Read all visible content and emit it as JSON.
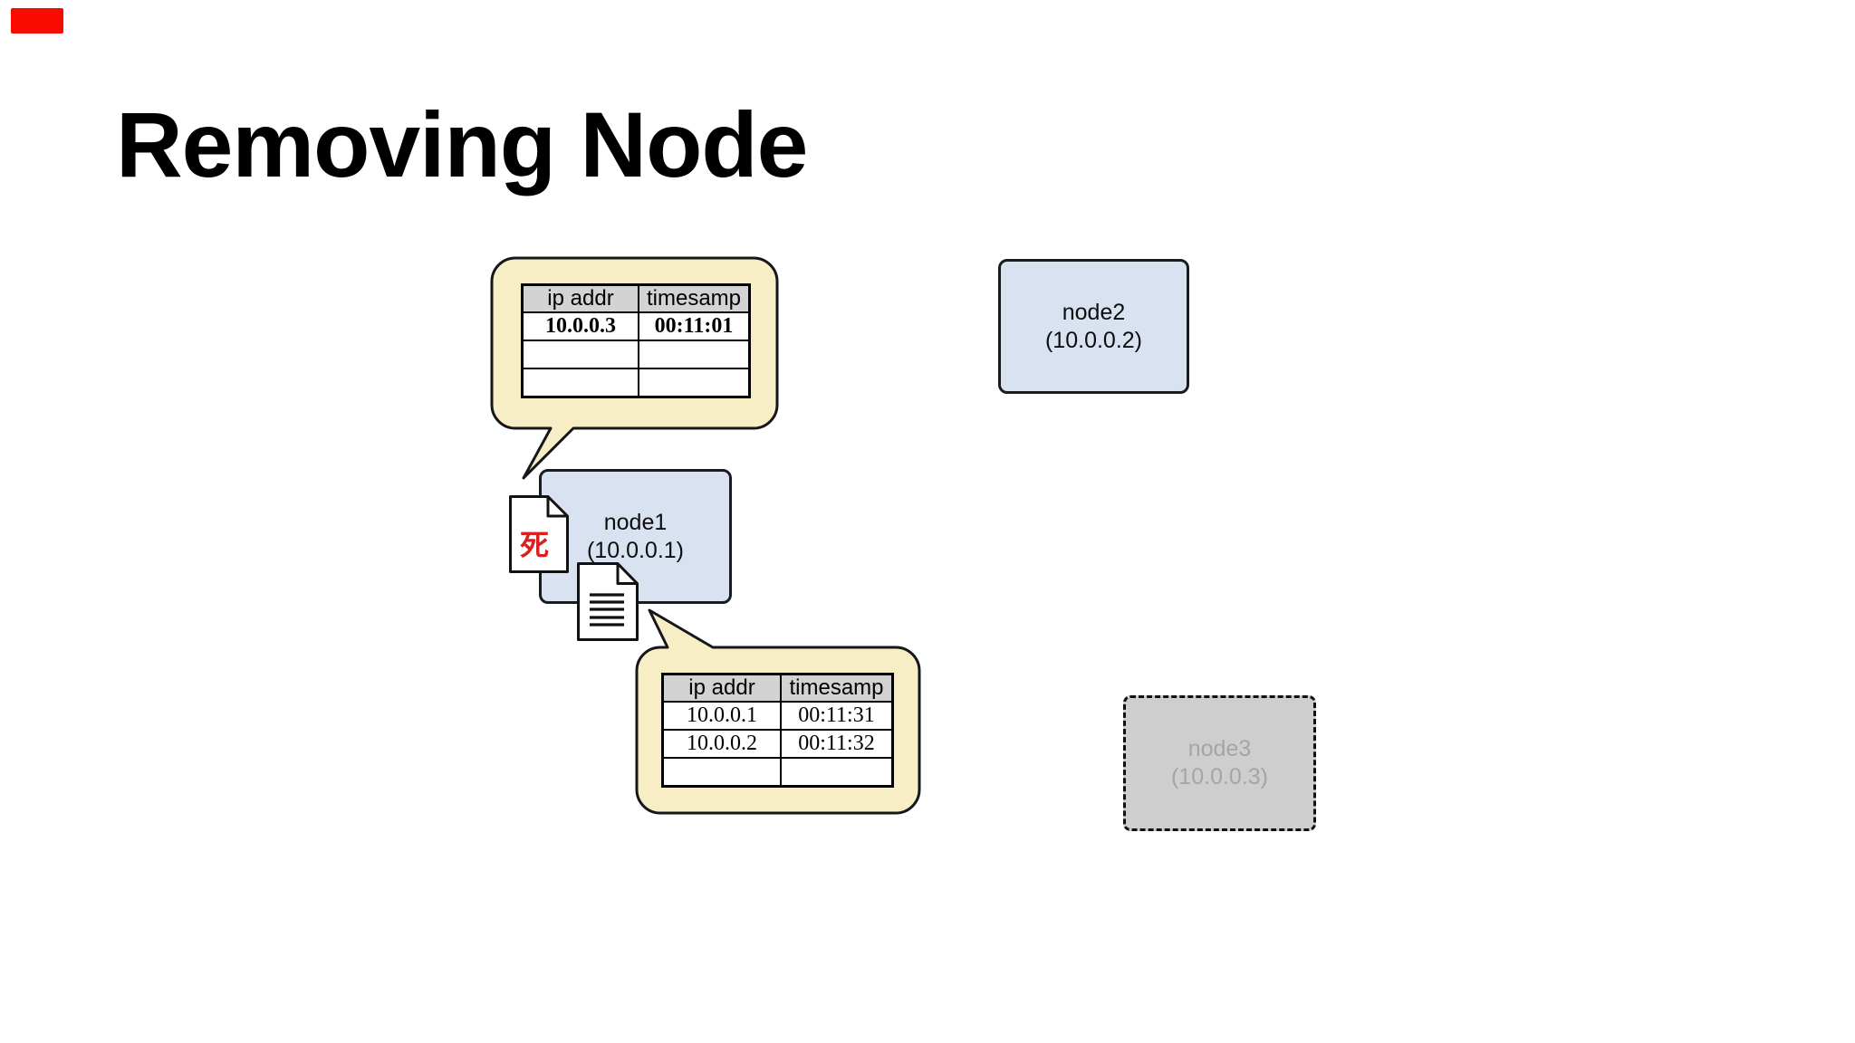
{
  "title": "Removing Node",
  "callout1": {
    "table": {
      "headers": [
        "ip addr",
        "timesamp"
      ],
      "rows": [
        [
          "10.0.0.3",
          "00:11:01"
        ],
        [
          "",
          ""
        ],
        [
          "",
          ""
        ]
      ]
    }
  },
  "callout2": {
    "table": {
      "headers": [
        "ip addr",
        "timesamp"
      ],
      "rows": [
        [
          "10.0.0.1",
          "00:11:31"
        ],
        [
          "10.0.0.2",
          "00:11:32"
        ],
        [
          "",
          ""
        ]
      ]
    }
  },
  "nodes": [
    {
      "label": "node1",
      "ip": "(10.0.0.1)"
    },
    {
      "label": "node2",
      "ip": "(10.0.0.2)"
    },
    {
      "label": "node3",
      "ip": "(10.0.0.3)"
    }
  ],
  "icons": {
    "death_note_glyph": "死",
    "lined_document": "document-with-text-lines"
  },
  "colors": {
    "callout_fill": "#f8eec6",
    "node_fill": "#d8e2f1",
    "node_disabled_fill": "#cecece",
    "node_disabled_text": "#a5a5a5",
    "table_header_fill": "#d3d3d3",
    "death_red": "#d91f1f",
    "corner_marker_red": "#fa0b00",
    "border_black": "#15171a"
  }
}
